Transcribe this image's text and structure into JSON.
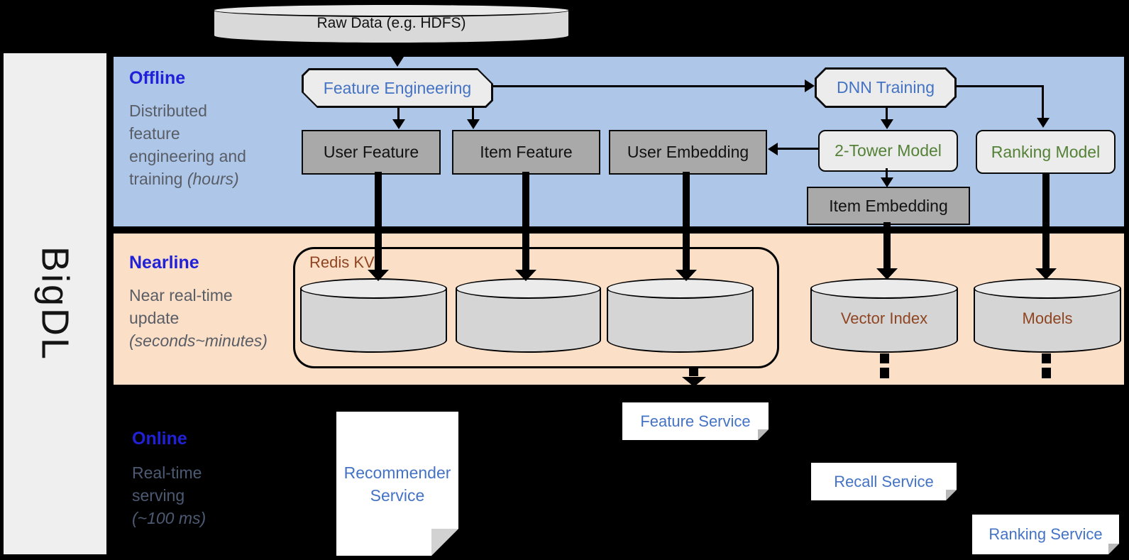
{
  "brand": {
    "name": "BigDL"
  },
  "datastore": {
    "raw_data": "Raw Data (e.g. HDFS)"
  },
  "bands": {
    "offline": {
      "title": "Offline",
      "description": "Distributed feature engineering and training",
      "description_italic": "(hours)"
    },
    "nearline": {
      "title": "Nearline",
      "description": "Near real-time update",
      "description_italic": "(seconds~minutes)"
    },
    "online": {
      "title": "Online",
      "description": "Real-time serving",
      "description_italic": "(~100 ms)"
    }
  },
  "offline_nodes": {
    "feature_engineering": "Feature Engineering",
    "dnn_training": "DNN Training",
    "user_feature": "User Feature",
    "item_feature": "Item Feature",
    "user_embedding": "User Embedding",
    "two_tower_model": "2-Tower Model",
    "ranking_model": "Ranking Model",
    "item_embedding": "Item Embedding"
  },
  "nearline_nodes": {
    "redis_kv": "Redis KV",
    "vector_index": "Vector Index",
    "models": "Models"
  },
  "online_services": {
    "recommender": "Recommender Service",
    "feature": "Feature Service",
    "recall": "Recall Service",
    "ranking": "Ranking Service"
  },
  "colors": {
    "band_offline_blue": "#aec6e8",
    "band_nearline_orange": "#fbdfc7",
    "background_black": "#000000",
    "section_label_blue": "#2121d8",
    "node_text_blue": "#4473c5",
    "model_text_green": "#538135",
    "storage_text_brown": "#8f4521",
    "gray_box_fill": "#a9a9a9",
    "light_box_fill": "#ececec"
  }
}
